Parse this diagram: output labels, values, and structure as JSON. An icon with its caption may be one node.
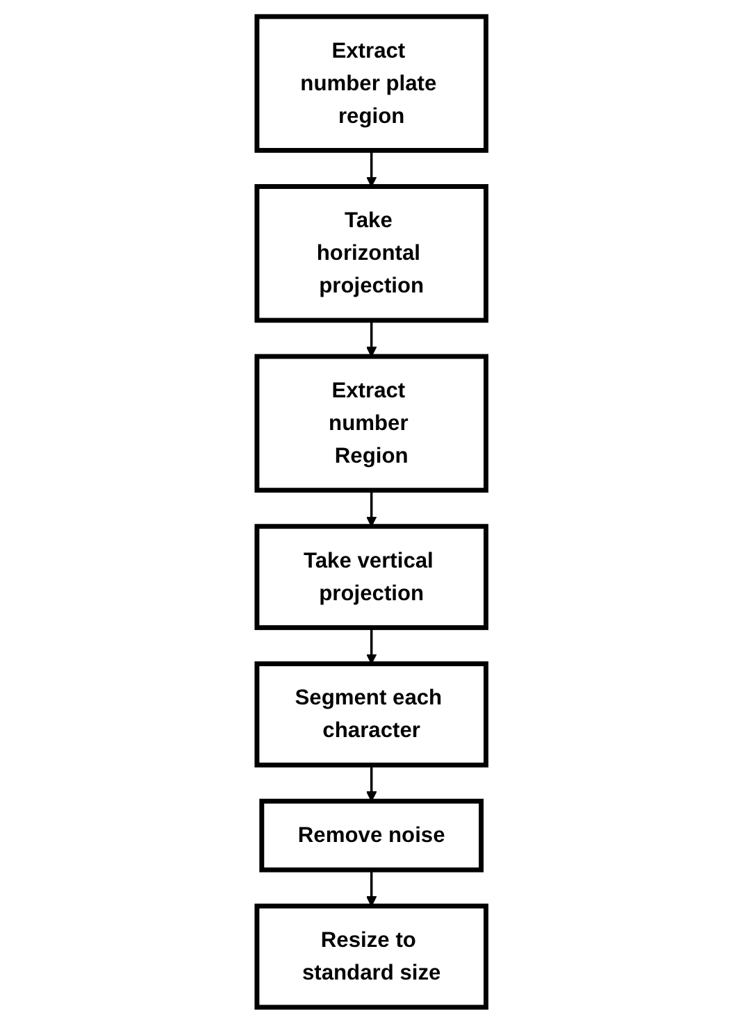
{
  "diagram": {
    "nodes": [
      {
        "text": [
          "Extract number plate region"
        ]
      },
      {
        "text": [
          "Take horizontal projection"
        ]
      },
      {
        "text": [
          "Extract number Region"
        ]
      },
      {
        "text": [
          "Take vertical projection"
        ]
      },
      {
        "text": [
          "Segment each character"
        ]
      },
      {
        "text": [
          "Remove noise"
        ]
      },
      {
        "text": [
          "Resize to standard size"
        ]
      }
    ],
    "edges": [
      {
        "from": 0,
        "to": 1,
        "arrow": "to"
      },
      {
        "from": 1,
        "to": 2,
        "arrow": "to"
      },
      {
        "from": 2,
        "to": 3,
        "arrow": "to"
      },
      {
        "from": 3,
        "to": 4,
        "arrow": "to"
      },
      {
        "from": 4,
        "to": 5,
        "arrow": "to"
      },
      {
        "from": 5,
        "to": 6,
        "arrow": "to"
      }
    ]
  }
}
